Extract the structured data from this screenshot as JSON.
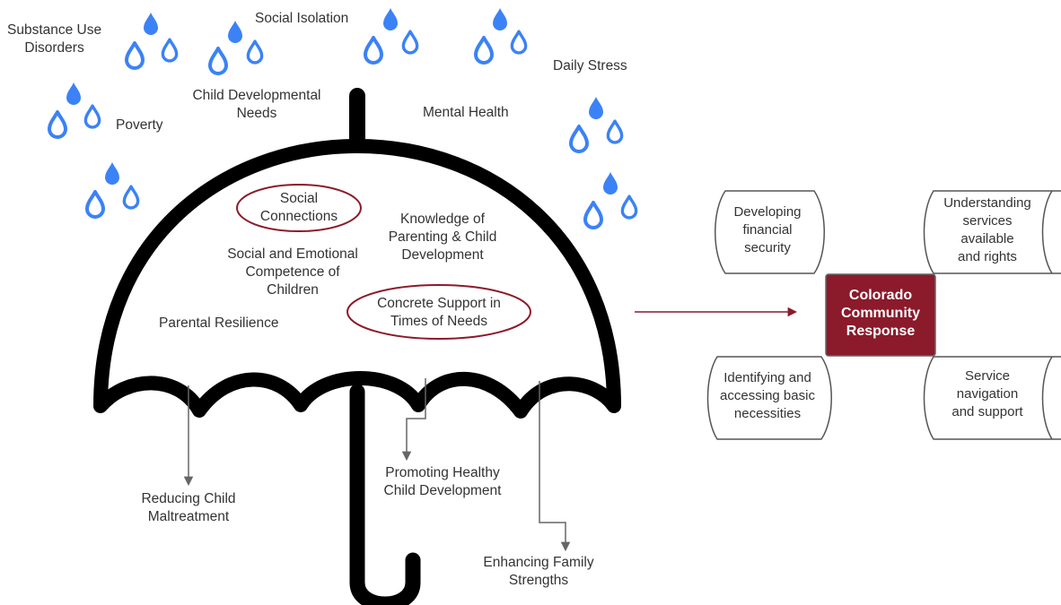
{
  "stressors": {
    "substance_use": "Substance Use\nDisorders",
    "social_isolation": "Social Isolation",
    "daily_stress": "Daily Stress",
    "child_dev_needs": "Child Developmental\nNeeds",
    "mental_health": "Mental Health",
    "poverty": "Poverty"
  },
  "protective_factors": {
    "social_connections": "Social\nConnections",
    "knowledge_parenting": "Knowledge of\nParenting & Child\nDevelopment",
    "social_emotional": "Social and Emotional\nCompetence of\nChildren",
    "concrete_support": "Concrete Support in\nTimes of Needs",
    "parental_resilience": "Parental Resilience"
  },
  "outcomes": {
    "reducing_maltreatment": "Reducing Child\nMaltreatment",
    "promoting_development": "Promoting Healthy\nChild Development",
    "enhancing_strengths": "Enhancing Family\nStrengths"
  },
  "ccr": {
    "center_label": "Colorado\nCommunity\nResponse",
    "card_financial": "Developing\nfinancial\nsecurity",
    "card_services": "Understanding\nservices available\nand rights",
    "card_necessities": "Identifying and\naccessing basic\nnecessities",
    "card_navigation": "Service navigation\nand support"
  },
  "colors": {
    "raindrop": "#3b82f6",
    "umbrella": "#000000",
    "accent": "#8b1a2b",
    "text": "#333333",
    "arrow": "#666666"
  },
  "icons": {
    "raindrop": "raindrop-icon"
  }
}
